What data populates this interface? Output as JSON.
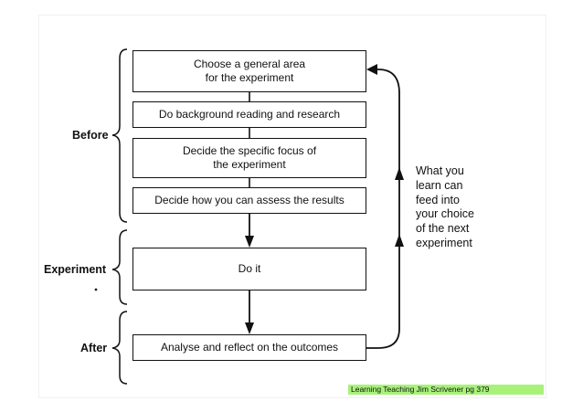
{
  "boxes": [
    "Choose a general area\nfor the experiment",
    "Do background reading and research",
    "Decide the specific focus of\nthe experiment",
    "Decide how you can assess the results",
    "Do it",
    "Analyse and reflect on the outcomes"
  ],
  "stages": {
    "before": "Before",
    "experiment": "Experiment",
    "after": "After"
  },
  "feedback": [
    "What you",
    "learn can",
    "feed into",
    "your choice",
    "of the next",
    "experiment"
  ],
  "credit": "Learning Teaching Jim Scrivener pg 379"
}
